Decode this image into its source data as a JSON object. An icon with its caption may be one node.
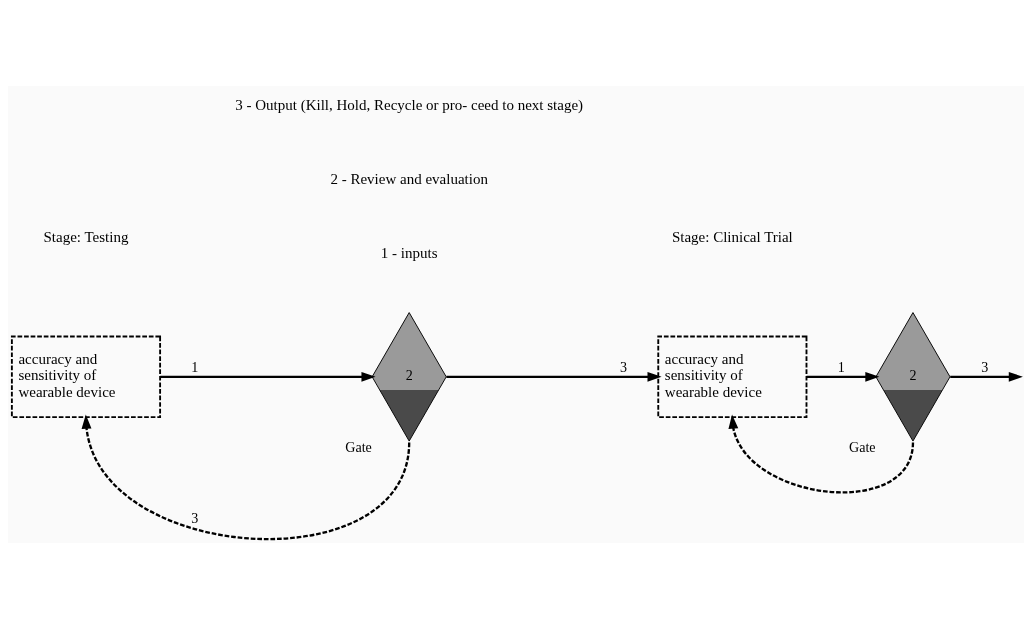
{
  "diagram": {
    "nodes": [
      {
        "text": [
          "accuracy and sensitivity of wearable device"
        ]
      },
      {
        "text": [
          "2"
        ],
        "beside": [
          "Gate"
        ]
      },
      {
        "text": [
          "accuracy and sensitivity of wearable device"
        ]
      },
      {
        "text": [
          "2"
        ],
        "beside": [
          "Gate"
        ]
      }
    ],
    "edges": [
      {
        "from": 0,
        "to": 1,
        "arrow": "to",
        "label": "1"
      },
      {
        "from": 1,
        "to": 2,
        "arrow": "to",
        "label": "3"
      },
      {
        "from": 1,
        "to": 0,
        "arrow": "to",
        "label": "3",
        "style": "dashed"
      },
      {
        "from": 2,
        "to": 3,
        "arrow": "to",
        "label": "1"
      },
      {
        "from": 3,
        "to": null,
        "arrow": "to",
        "label": "3"
      },
      {
        "from": 3,
        "to": 2,
        "arrow": "to",
        "style": "dashed"
      }
    ],
    "labels": [
      "Stage: Testing",
      "Stage: Clinical Trial",
      "1 - inputs",
      "2 - Review and evaluation",
      "3 - Output (Kill, Hold, Recycle or pro- ceed to next stage)"
    ]
  }
}
